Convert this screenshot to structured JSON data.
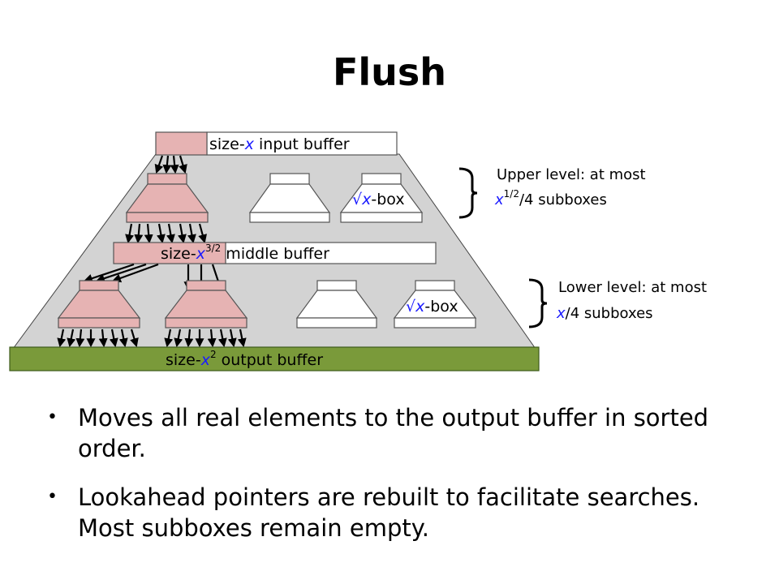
{
  "title": "Flush",
  "labels": {
    "input_buffer": {
      "pre": "size-",
      "var": "x",
      "post": " input buffer"
    },
    "middle_buffer": {
      "pre": "size-",
      "var": "x",
      "sup": "3/2",
      "post": " middle buffer"
    },
    "output_buffer": {
      "pre": "size-",
      "var": "x",
      "sup": "2",
      "post": " output buffer"
    },
    "upper_box": {
      "root": "√",
      "var": "x",
      "post": "-box"
    },
    "lower_box": {
      "root": "√",
      "var": "x",
      "post": "-box"
    }
  },
  "annotations": {
    "upper": {
      "line1": "Upper level: at most",
      "var": "x",
      "sup": "1/2",
      "post": "/4 subboxes"
    },
    "lower": {
      "line1": "Lower level: at most",
      "var": "x",
      "post": "/4 subboxes"
    }
  },
  "bullets": [
    {
      "marker": "•",
      "text": "Moves all real elements to the output buffer in sorted order."
    },
    {
      "marker": "•",
      "text": "Lookahead pointers are rebuilt to facilitate searches. Most subboxes remain empty."
    }
  ],
  "colors": {
    "background_trapezoid": "#d3d3d3",
    "filled_box": "#e6b3b3",
    "empty_box": "#ffffff",
    "output_buffer": "#7a9a3a",
    "variable_text": "#1a1aff"
  }
}
